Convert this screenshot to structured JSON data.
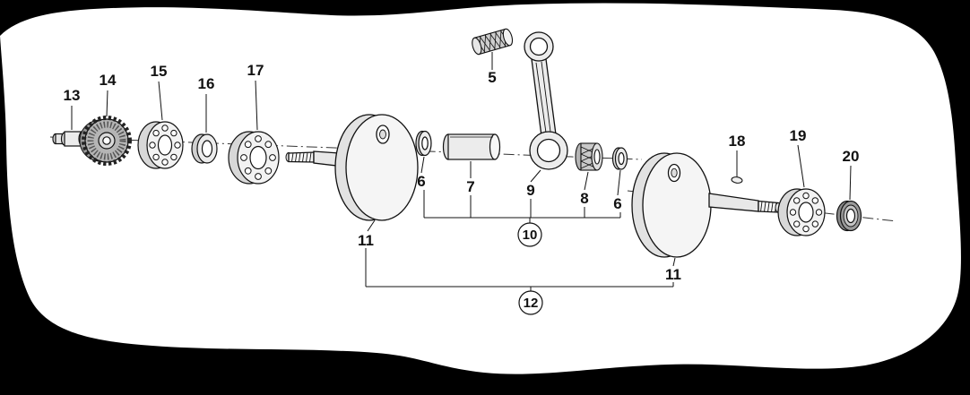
{
  "diagram": {
    "type": "exploded-parts-diagram",
    "paper_color": "#ffffff",
    "line_color": "#111111",
    "labels": {
      "p13": "13",
      "p14": "14",
      "p15": "15",
      "p16": "16",
      "p17": "17",
      "p5": "5",
      "p6a": "6",
      "p7": "7",
      "p9": "9",
      "p8": "8",
      "p6b": "6",
      "p11a": "11",
      "p10": "10",
      "p11b": "11",
      "p12": "12",
      "p18": "18",
      "p19": "19",
      "p20": "20"
    }
  }
}
